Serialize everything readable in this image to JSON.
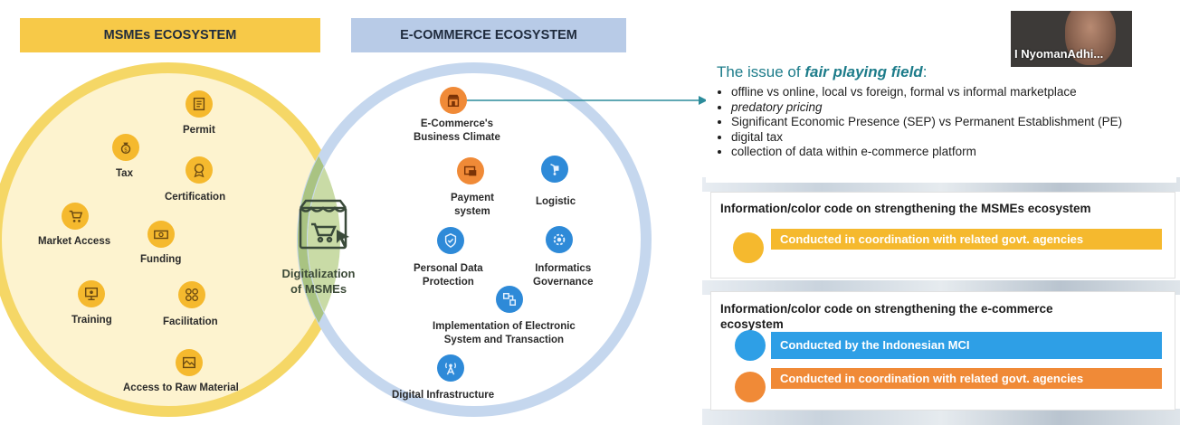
{
  "banners": {
    "msmes": "MSMEs ECOSYSTEM",
    "ecommerce": "E-COMMERCE ECOSYSTEM"
  },
  "colors": {
    "msme_yellow": "#f7c948",
    "ecom_blue": "#b8cbe7",
    "overlap_green": "#c7d9a4",
    "icon_orange": "#f08a37",
    "icon_blue": "#2e8ad8",
    "icon_yellow": "#f5b92e"
  },
  "center": {
    "label_line1": "Digitalization",
    "label_line2": "of MSMEs",
    "icon": "online-shop-icon"
  },
  "msme_nodes": [
    {
      "label": "Permit",
      "icon": "document-icon"
    },
    {
      "label": "Tax",
      "icon": "money-bag-icon"
    },
    {
      "label": "Certification",
      "icon": "badge-icon"
    },
    {
      "label": "Market Access",
      "icon": "cart-icon"
    },
    {
      "label": "Funding",
      "icon": "banknote-icon"
    },
    {
      "label": "Training",
      "icon": "training-icon"
    },
    {
      "label": "Facilitation",
      "icon": "network-icon"
    },
    {
      "label": "Access to Raw Material",
      "icon": "material-icon"
    }
  ],
  "ecom_nodes": [
    {
      "line1": "E-Commerce's",
      "line2": "Business Climate",
      "icon": "storefront-icon"
    },
    {
      "line1": "Payment",
      "line2": "system",
      "icon": "payment-icon"
    },
    {
      "line1": "Logistic",
      "line2": "",
      "icon": "truck-icon"
    },
    {
      "line1": "Personal Data",
      "line2": "Protection",
      "icon": "shield-icon"
    },
    {
      "line1": "Informatics",
      "line2": "Governance",
      "icon": "gear-icon"
    },
    {
      "line1": "Implementation of Electronic",
      "line2": "System and Transaction",
      "icon": "nodes-icon"
    },
    {
      "line1": "Digital Infrastructure",
      "line2": "",
      "icon": "tower-icon"
    }
  ],
  "webcam": {
    "name": "I NyomanAdhi..."
  },
  "issue": {
    "title_prefix": "The issue of ",
    "title_emphasis": "fair playing field",
    "title_suffix": ":",
    "items": [
      "offline vs online, local vs foreign, formal vs informal marketplace",
      "predatory pricing",
      "Significant Economic Presence (SEP) vs Permanent Establishment (PE)",
      "digital tax",
      "collection of data within e-commerce platform"
    ]
  },
  "legend_msme": {
    "title": "Information/color code on strengthening the MSMEs ecosystem",
    "entries": [
      {
        "text": "Conducted in coordination with related govt. agencies",
        "color": "#f5b92e"
      }
    ]
  },
  "legend_ecom": {
    "title": "Information/color code on strengthening the e-commerce ecosystem",
    "entries": [
      {
        "text": "Conducted by the Indonesian MCI",
        "color": "#2e9fe6"
      },
      {
        "text": "Conducted in coordination with related govt. agencies",
        "color": "#f08a37"
      }
    ]
  }
}
